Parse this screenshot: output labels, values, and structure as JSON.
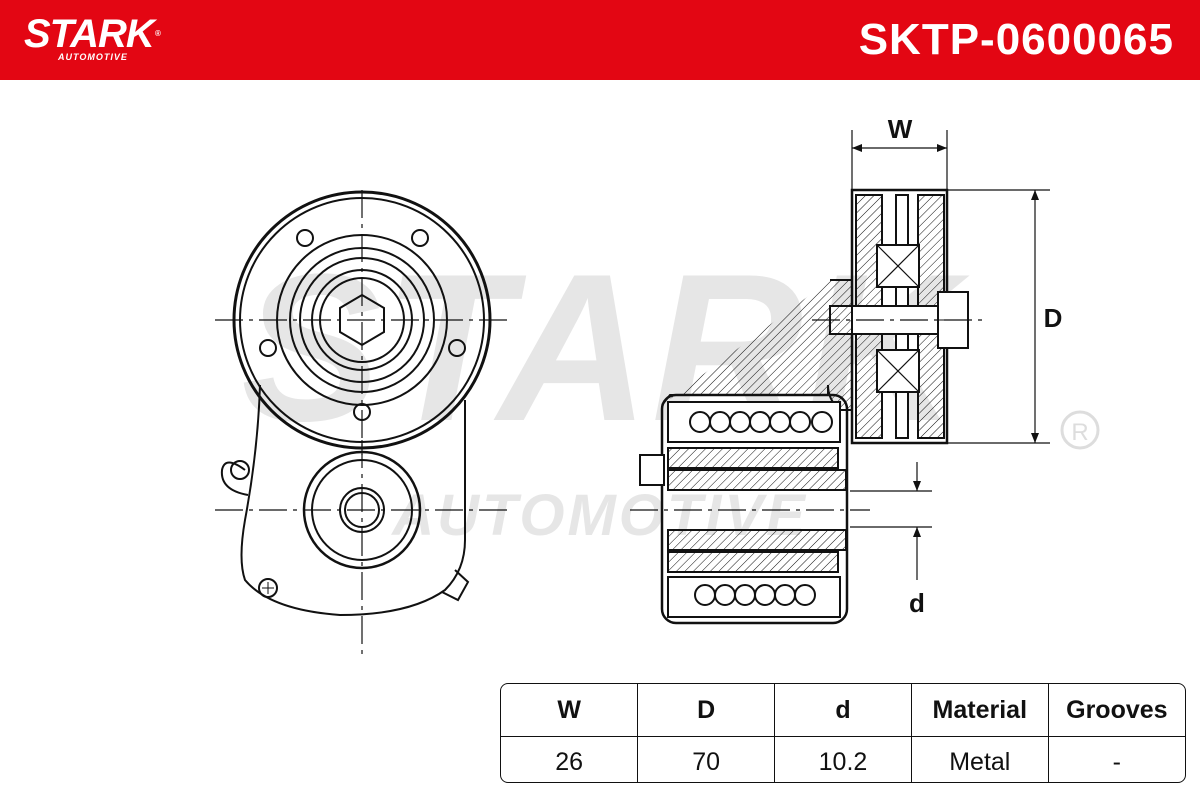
{
  "header": {
    "brand": "STARK",
    "brand_sub": "AUTOMOTIVE",
    "part_number": "SKTP-0600065",
    "bg_color": "#e30613"
  },
  "watermark": {
    "main": "STARK",
    "sub": "AUTOMOTIVE"
  },
  "dimension_labels": {
    "width": "W",
    "diameter": "D",
    "bore": "d"
  },
  "spec_table": {
    "headers": [
      "W",
      "D",
      "d",
      "Material",
      "Grooves"
    ],
    "values": [
      "26",
      "70",
      "10.2",
      "Metal",
      "-"
    ]
  }
}
